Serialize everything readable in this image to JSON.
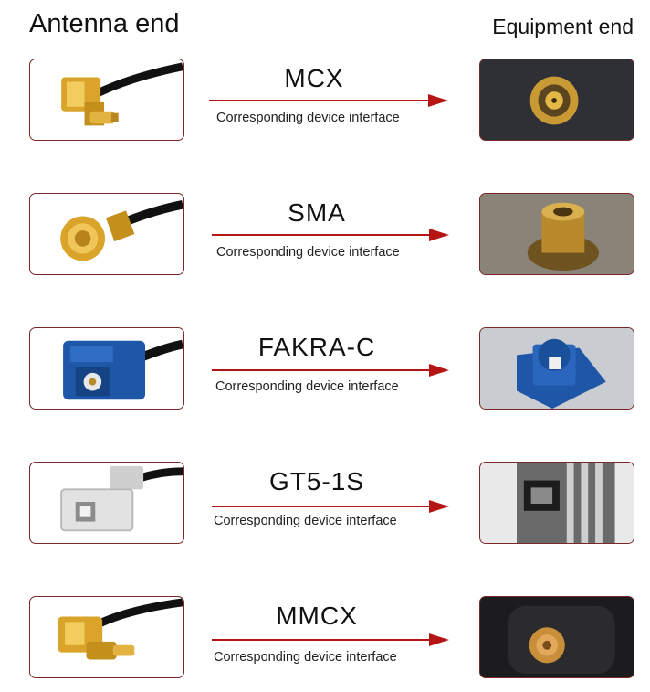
{
  "header": {
    "left": "Antenna end",
    "right": "Equipment end"
  },
  "rows": [
    {
      "name": "MCX",
      "sub": "Corresponding device interface",
      "eq_color": "#2f3036"
    },
    {
      "name": "SMA",
      "sub": "Corresponding device interface",
      "eq_color": "#8a8377"
    },
    {
      "name": "FAKRA-C",
      "sub": "Corresponding device interface",
      "eq_color": "#c9ccd0"
    },
    {
      "name": "GT5-1S",
      "sub": "Corresponding device interface",
      "eq_color": "#e9e9e9"
    },
    {
      "name": "MMCX",
      "sub": "Corresponding device interface",
      "eq_color": "#1c1c1e"
    }
  ],
  "colors": {
    "accent": "#b51515",
    "frame": "#7a2828",
    "gold": "#d9a429",
    "blue": "#1f57a8"
  }
}
